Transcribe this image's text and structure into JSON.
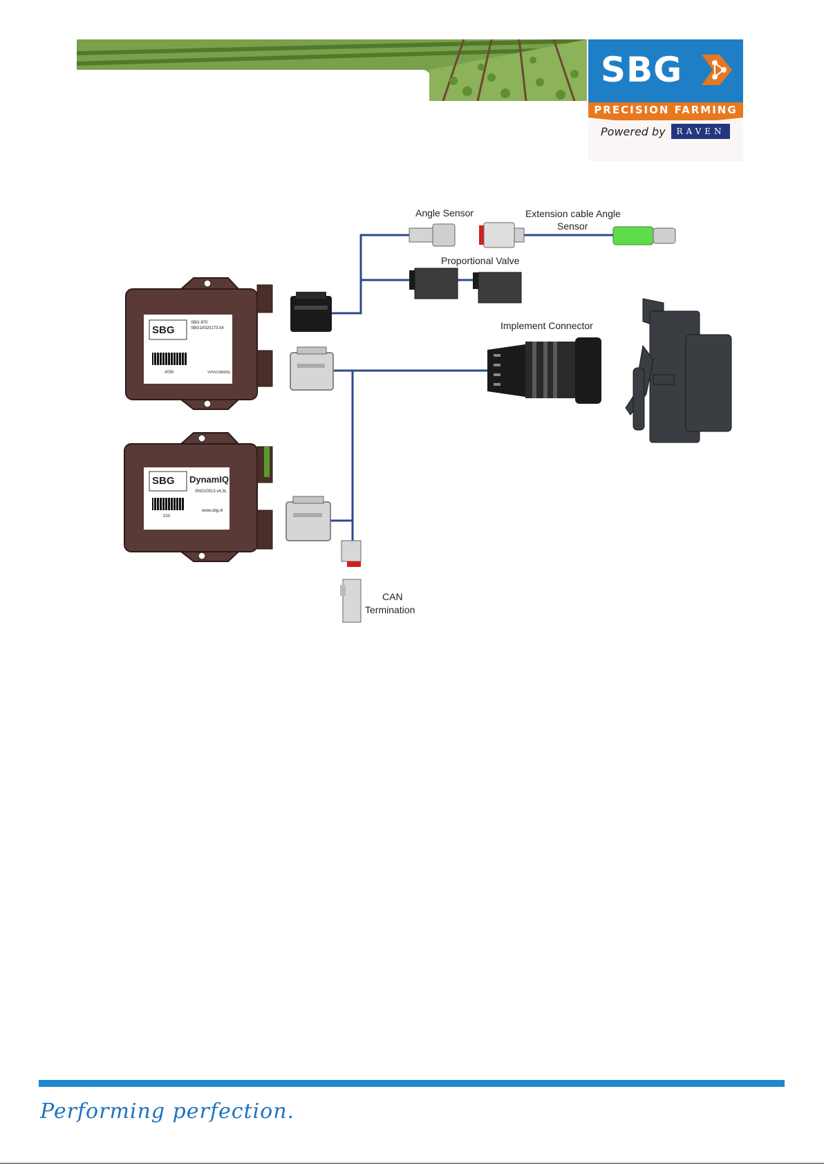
{
  "header": {
    "logo": {
      "brand": "SBG",
      "tagline": "PRECISION FARMING",
      "powered_by": "Powered by",
      "partner": "RAVEN"
    }
  },
  "diagram": {
    "labels": {
      "angle_sensor": "Angle Sensor",
      "extension_cable_line1": "Extension cable Angle",
      "extension_cable_line2": "Sensor",
      "proportional_valve": "Proportional Valve",
      "implement_connector": "Implement Connector",
      "can_line1": "CAN",
      "can_line2": "Termination"
    },
    "ecu_top": {
      "brand": "SBG",
      "model": "SBG 870",
      "serial": "SBG10020173.04",
      "barcode_number": "#030",
      "vehicle": "VHVVL5B606L"
    },
    "ecu_bottom": {
      "brand": "SBG",
      "product": "DynamIQ",
      "serial": "SNG10013 v4.3L",
      "barcode_number": "020",
      "website": "www.sbg.nl"
    }
  },
  "footer": {
    "tagline": "Performing perfection."
  },
  "colors": {
    "cable": "#2b4a8a",
    "ecu_body": "#5a3a36",
    "brand_blue": "#1f7fc6",
    "brand_orange": "#e8781e",
    "footer_blue": "#1e88cf"
  }
}
